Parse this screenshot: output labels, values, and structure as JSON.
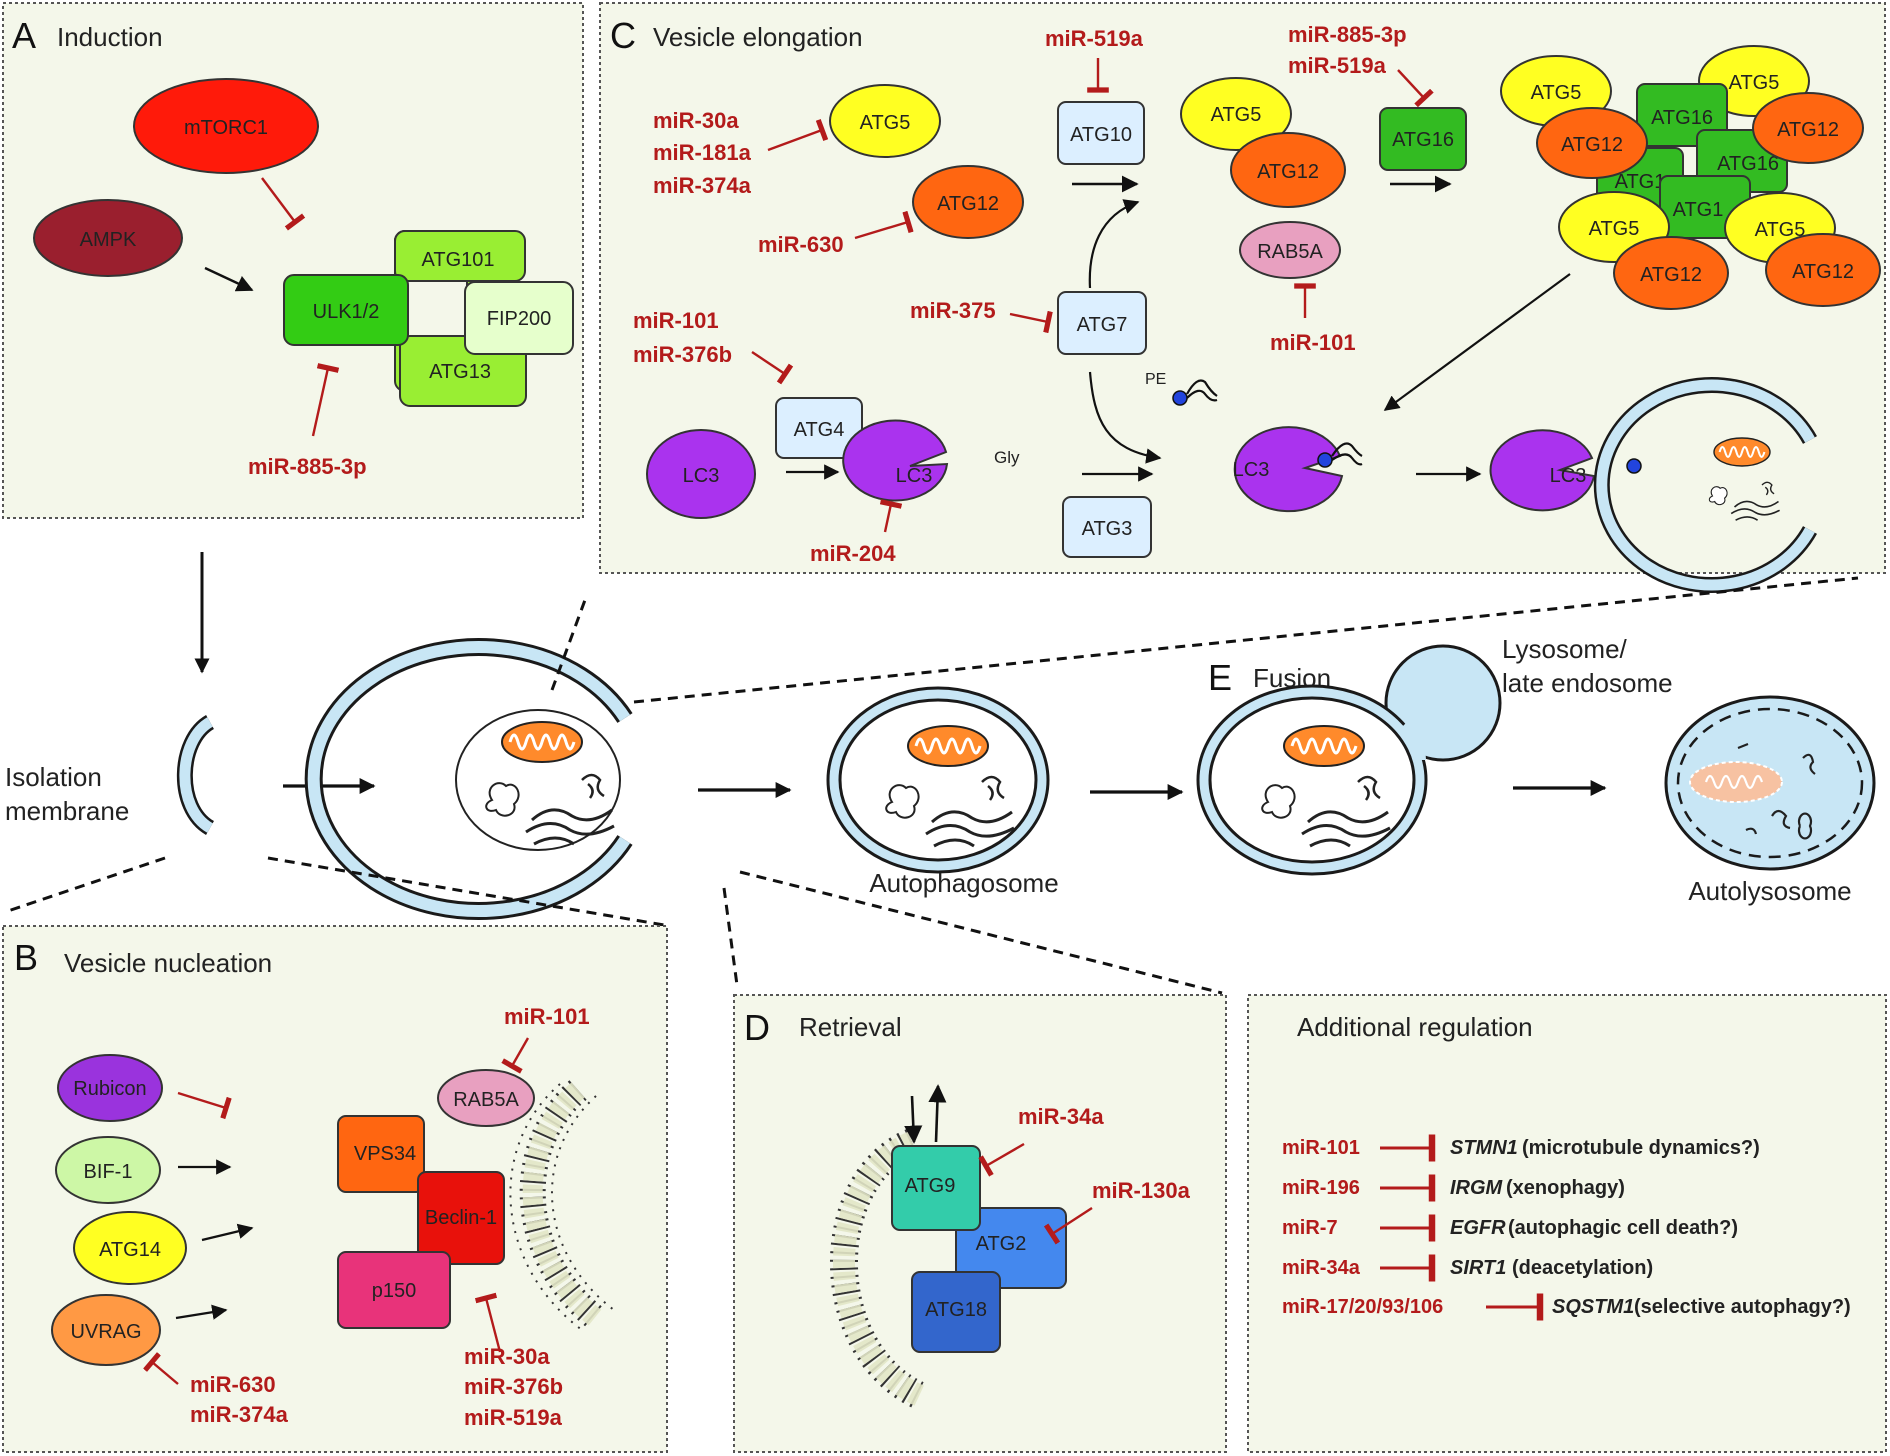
{
  "panels": {
    "A": {
      "letter": "A",
      "title": "Induction"
    },
    "B": {
      "letter": "B",
      "title": "Vesicle nucleation"
    },
    "C": {
      "letter": "C",
      "title": "Vesicle elongation"
    },
    "D": {
      "letter": "D",
      "title": "Retrieval"
    },
    "E": {
      "letter": "E",
      "title": "Fusion"
    },
    "additional": {
      "title": "Additional regulation"
    }
  },
  "panel_a": {
    "mtorc1": "mTORC1",
    "ampk": "AMPK",
    "ulk": "ULK1/2",
    "atg101": "ATG101",
    "fip200": "FIP200",
    "atg13": "ATG13",
    "mir885": "miR-885-3p"
  },
  "panel_b": {
    "rubicon": "Rubicon",
    "bif1": "BIF-1",
    "atg14": "ATG14",
    "uvrag": "UVRAG",
    "vps34": "VPS34",
    "beclin": "Beclin-1",
    "p150": "p150",
    "rab5a": "RAB5A",
    "mir101": "miR-101",
    "mir630": "miR-630",
    "mir374a": "miR-374a",
    "mir30a": "miR-30a",
    "mir376b": "miR-376b",
    "mir519a": "miR-519a"
  },
  "panel_c": {
    "atg5": "ATG5",
    "atg12": "ATG12",
    "atg10": "ATG10",
    "atg16": "ATG16",
    "atg7": "ATG7",
    "atg4": "ATG4",
    "atg3": "ATG3",
    "lc3": "LC3",
    "rab5a": "RAB5A",
    "gly": "Gly",
    "pe": "PE",
    "atg16_partial": "ATG1",
    "mir30a": "miR-30a",
    "mir181a": "miR-181a",
    "mir374a": "miR-374a",
    "mir630": "miR-630",
    "mir519a_top": "miR-519a",
    "mir885": "miR-885-3p",
    "mir519a": "miR-519a",
    "mir375": "miR-375",
    "mir101": "miR-101",
    "mir101b": "miR-101",
    "mir376b": "miR-376b",
    "mir204": "miR-204"
  },
  "panel_d": {
    "atg9": "ATG9",
    "atg2": "ATG2",
    "atg18": "ATG18",
    "mir34a": "miR-34a",
    "mir130a": "miR-130a"
  },
  "pathway": {
    "isolation_line1": "Isolation",
    "isolation_line2": "membrane",
    "autophagosome": "Autophagosome",
    "lysosome_line1": "Lysosome/",
    "lysosome_line2": "late endosome",
    "autolysosome": "Autolysosome"
  },
  "additional": {
    "rows": [
      {
        "mir": "miR-101",
        "gene": "STMN1",
        "note": " (microtubule dynamics?)"
      },
      {
        "mir": "miR-196",
        "gene": "IRGM",
        "note": " (xenophagy)"
      },
      {
        "mir": "miR-7",
        "gene": "EGFR",
        "note": " (autophagic cell death?)"
      },
      {
        "mir": "miR-34a",
        "gene": "SIRT1",
        "note": " (deacetylation)"
      },
      {
        "mir": "miR-17/20/93/106",
        "gene": "SQSTM1",
        "note": " (selective autophagy?)"
      }
    ]
  },
  "colors": {
    "panel_bg": "#f4f7ea",
    "inhibit": "#b31b1b",
    "mtorc1": "#ff1a0a",
    "ampk": "#9a1f2e",
    "ulk": "#33cc14",
    "atg101": "#99ee33",
    "fip200": "#e6ffcc",
    "atg5": "#ffff22",
    "atg12": "#ff6611",
    "atg16": "#33bb22",
    "light_blue_box": "#dcefff",
    "lc3": "#aa33ee",
    "rab5a": "#e8a0c0",
    "rubicon": "#9a33dd",
    "bif1": "#cdf7a6",
    "uvrag": "#ff9944",
    "vps34": "#ff6611",
    "beclin": "#e8110b",
    "p150": "#e8337a",
    "atg9": "#33ccaa",
    "atg2": "#4488ee",
    "atg18": "#3366cc",
    "vesicle": "#c8e6f5"
  }
}
